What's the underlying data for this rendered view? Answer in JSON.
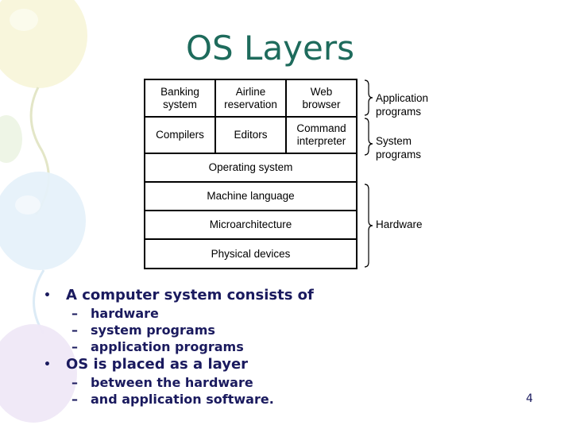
{
  "slide": {
    "title": "OS Layers",
    "page_number": "4"
  },
  "diagram": {
    "row1": [
      "Banking\nsystem",
      "Airline\nreservation",
      "Web\nbrowser"
    ],
    "row2": [
      "Compilers",
      "Editors",
      "Command\ninterpreter"
    ],
    "layers": [
      "Operating system",
      "Machine language",
      "Microarchitecture",
      "Physical devices"
    ],
    "groups": {
      "application": "Application programs",
      "system": "System\nprograms",
      "hardware": "Hardware"
    }
  },
  "bullets": [
    {
      "text": "A computer system consists of",
      "sub": [
        "hardware",
        "system programs",
        "application programs"
      ]
    },
    {
      "text": "OS is placed as a layer",
      "sub": [
        "between the hardware",
        "and application software."
      ]
    }
  ]
}
